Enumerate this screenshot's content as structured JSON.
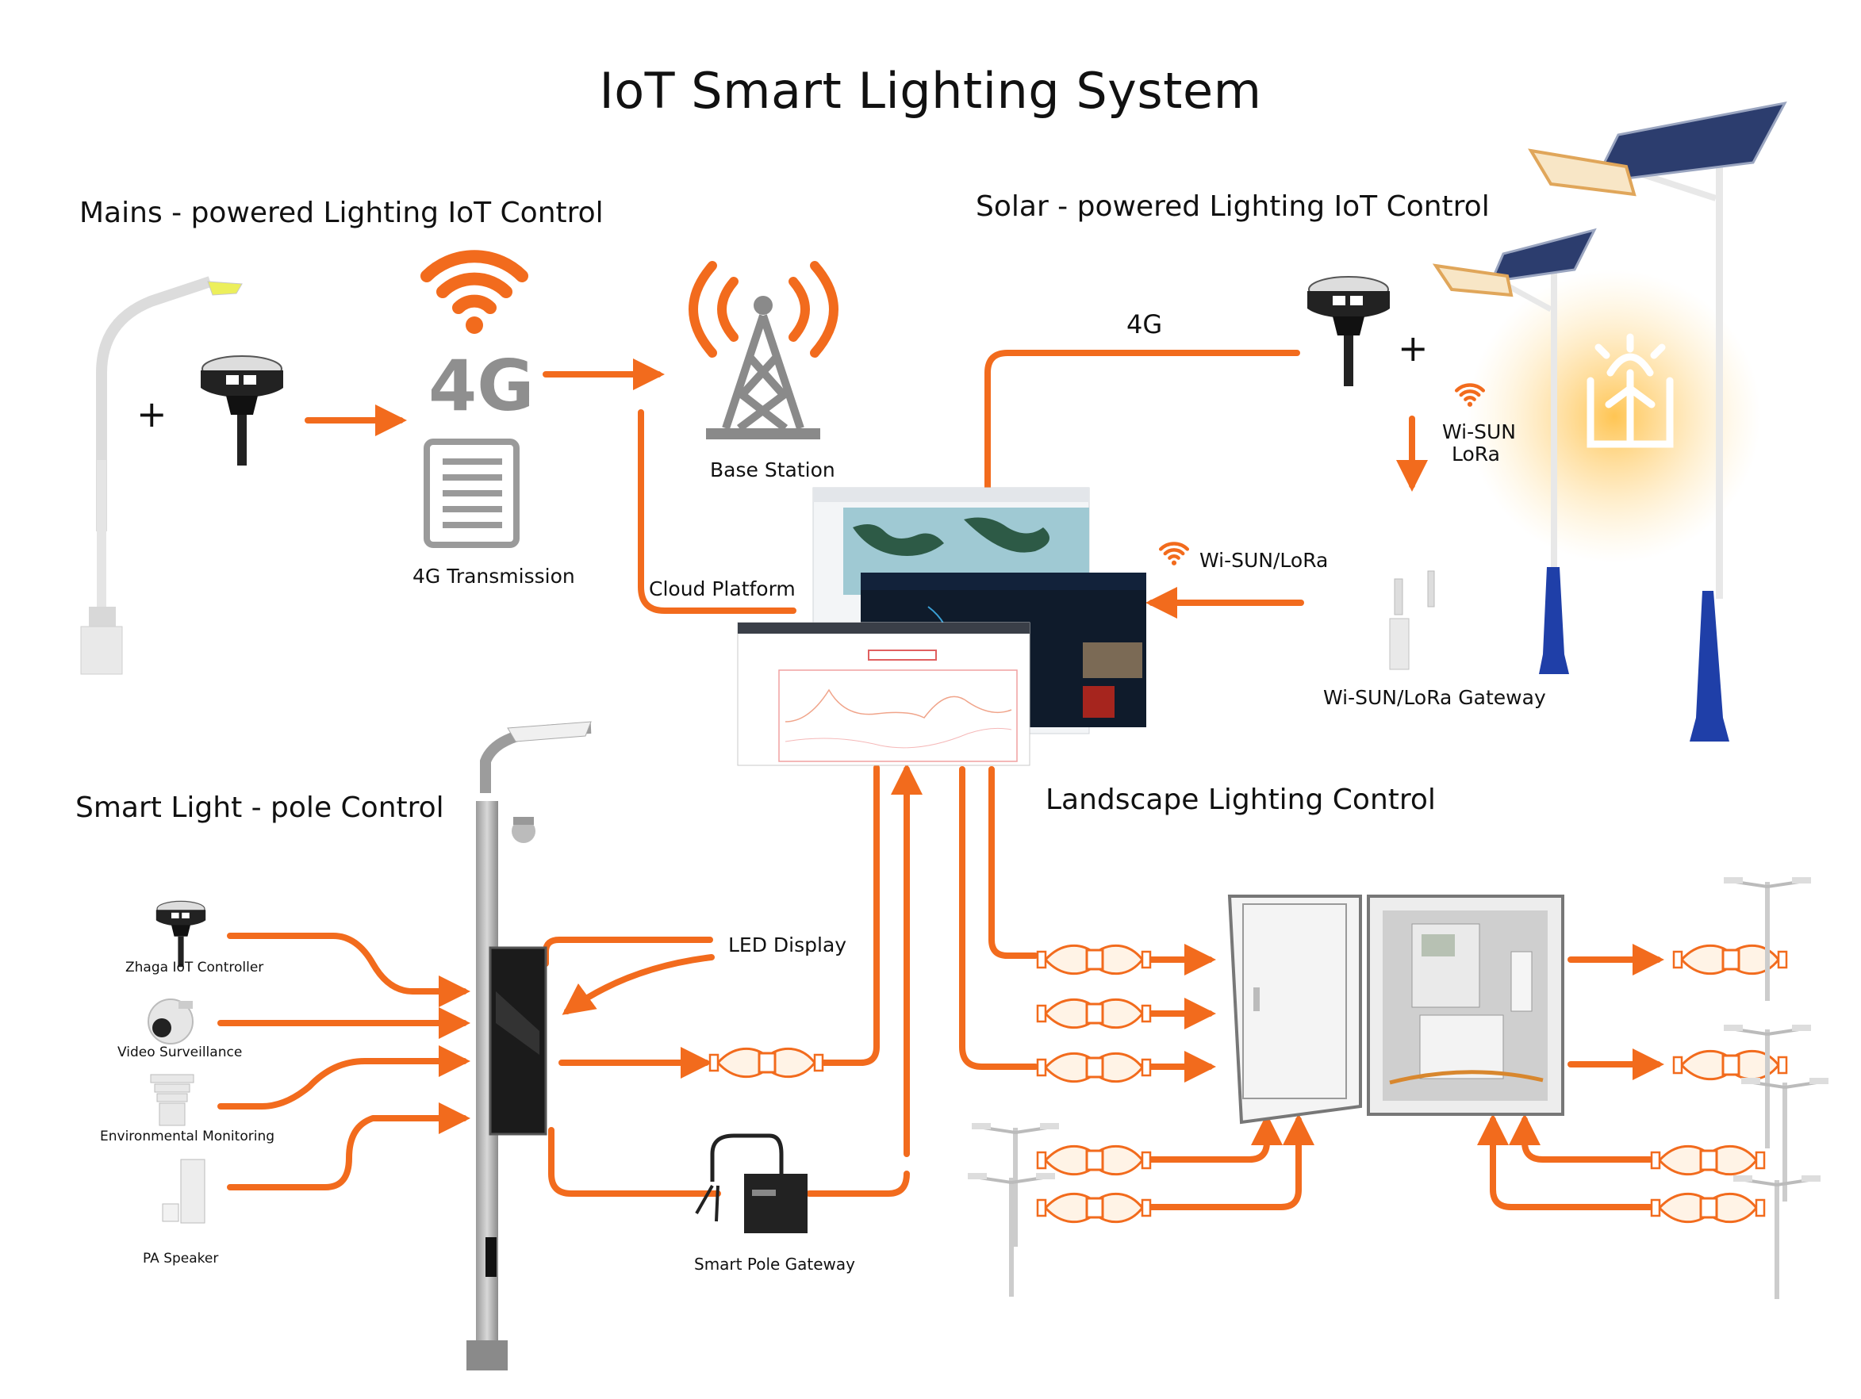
{
  "title": "IoT Smart Lighting System",
  "sections": {
    "mains": "Mains - powered Lighting IoT Control",
    "solar": "Solar - powered Lighting IoT Control",
    "smart_pole": "Smart Light - pole Control",
    "landscape": "Landscape Lighting Control"
  },
  "labels": {
    "four_g_big": "4G",
    "four_g_transmission": "4G Transmission",
    "base_station": "Base Station",
    "cloud_platform": "Cloud Platform",
    "four_g_link": "4G",
    "wisun_lora_down_1": "Wi-SUN",
    "wisun_lora_down_2": "LoRa",
    "wisun_lora_link": "Wi-SUN/LoRa",
    "wisun_lora_gateway": "Wi-SUN/LoRa Gateway",
    "led_display": "LED Display",
    "smart_pole_gateway": "Smart Pole Gateway",
    "plus": "+"
  },
  "devices": {
    "zhaga": "Zhaga IoT Controller",
    "video": "Video Surveillance",
    "env": "Environmental Monitoring",
    "speaker": "PA Speaker"
  },
  "colors": {
    "accent": "#F26B1D",
    "pole_blue": "#1F3FA8",
    "device_dark": "#1c1c1c",
    "grey": "#bdbdbd",
    "screen_dark": "#0f1b2b"
  },
  "icons": [
    "wifi-icon",
    "cell-tower-icon",
    "document-icon",
    "solar-light-icon"
  ]
}
